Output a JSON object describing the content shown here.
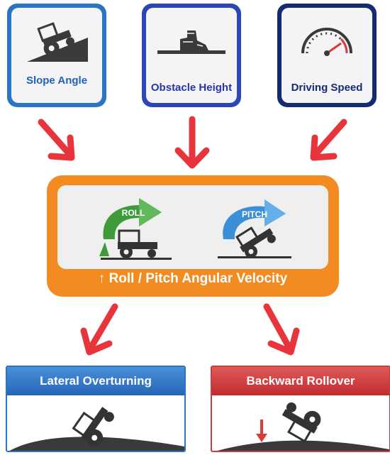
{
  "factors": [
    {
      "label": "Slope Angle",
      "icon": "tractor-on-slope-icon"
    },
    {
      "label": "Obstacle Height",
      "icon": "obstacle-bump-icon"
    },
    {
      "label": "Driving Speed",
      "icon": "speedometer-icon"
    }
  ],
  "center": {
    "roll_label": "ROLL",
    "pitch_label": "PITCH",
    "caption": "↑ Roll / Pitch Angular Velocity"
  },
  "outcomes": [
    {
      "label": "Lateral Overturning",
      "icon": "tractor-side-tipping-icon"
    },
    {
      "label": "Backward Rollover",
      "icon": "tractor-backward-flip-icon"
    }
  ],
  "colors": {
    "slope": "#2b74c4",
    "obstacle": "#2c46b5",
    "speed": "#142b73",
    "center": "#f28c22",
    "arrow": "#e8353c",
    "roll": "#3f9a3a",
    "pitch": "#3b8fd6",
    "lateral": "#2b74c4",
    "backward": "#cf3b3d"
  }
}
